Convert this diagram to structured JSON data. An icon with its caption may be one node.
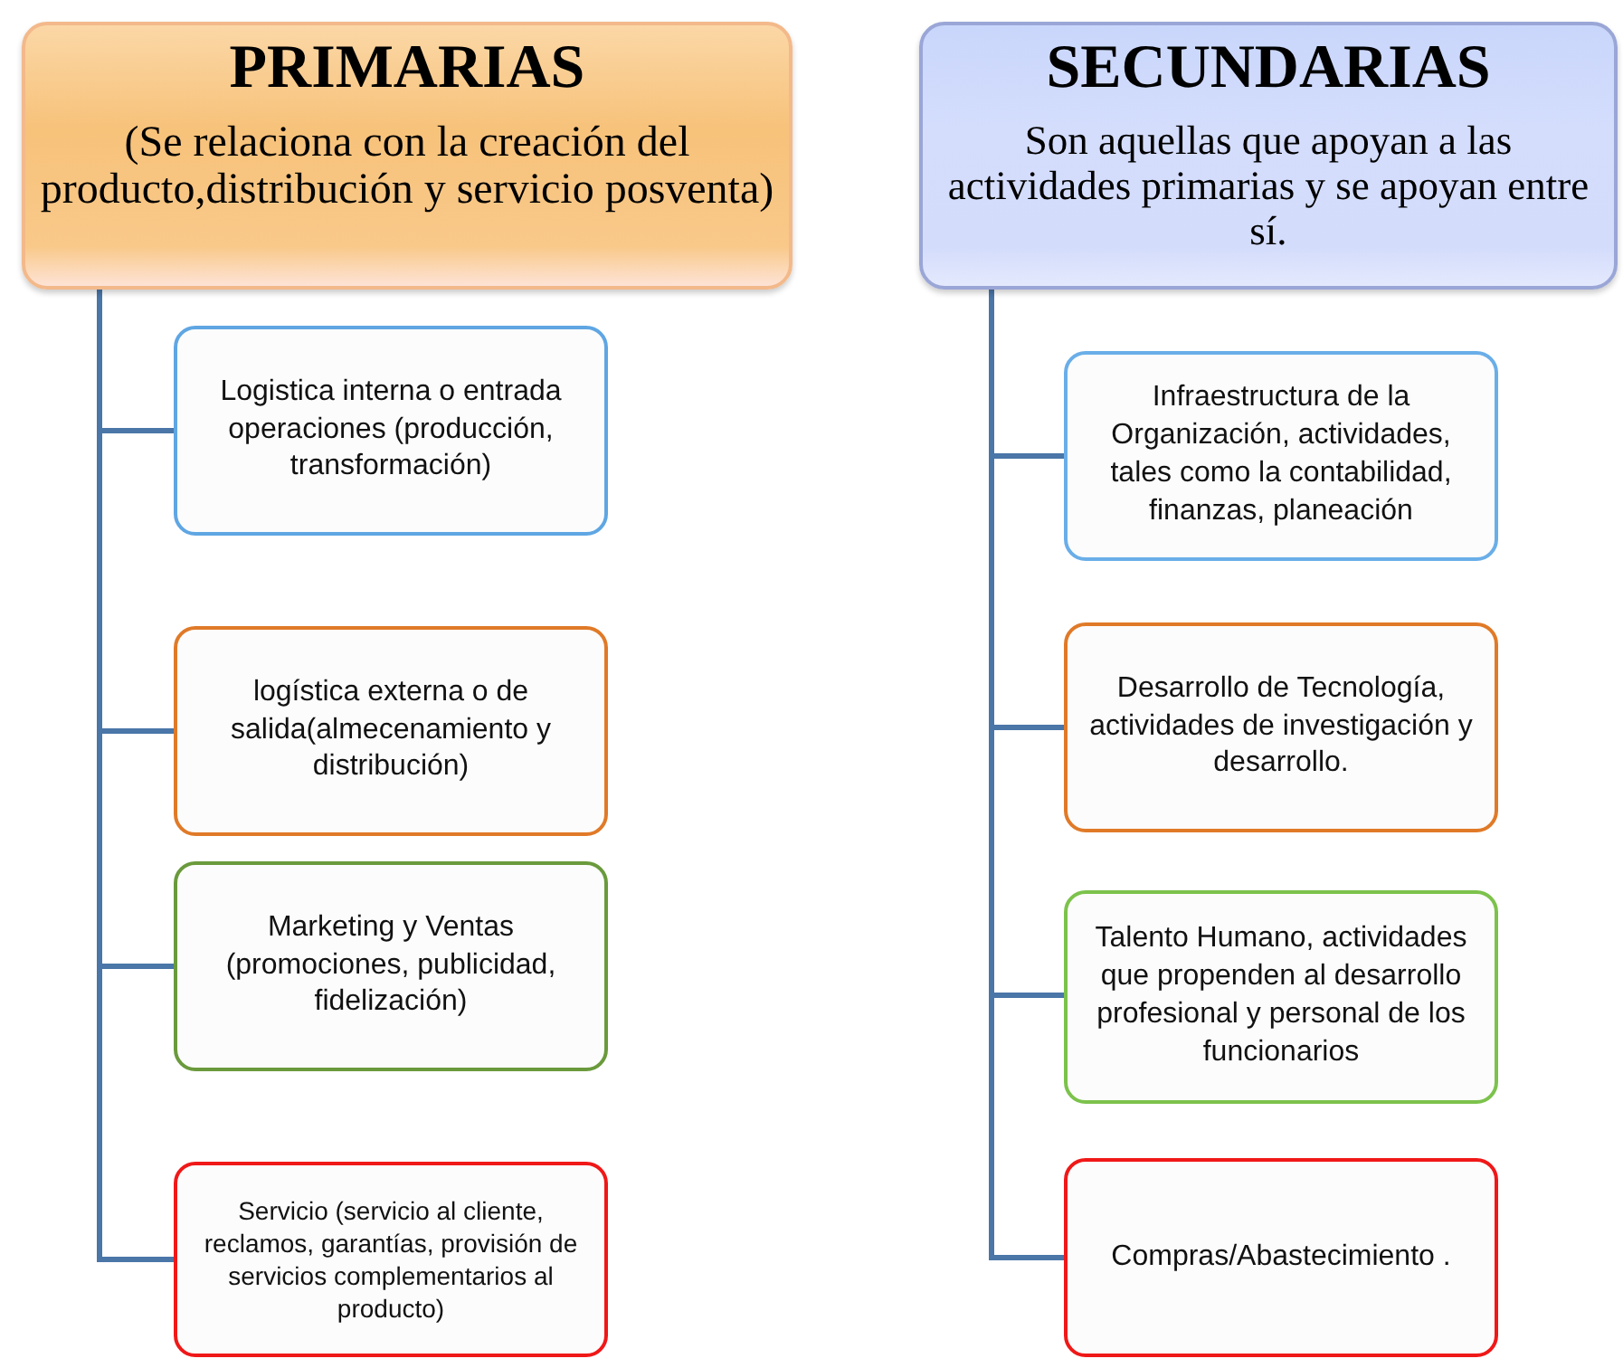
{
  "diagram": {
    "nodes": [
      {
        "text": [
          "PRIMARIAS",
          "(Se relaciona con la creación del producto,distribución y servicio posventa)"
        ]
      },
      {
        "text": [
          "Logistica interna o entrada operaciones (producción, transformación)"
        ]
      },
      {
        "text": [
          "logística externa o de salida(almecenamiento y distribución)"
        ]
      },
      {
        "text": [
          "Marketing y Ventas (promociones, publicidad, fidelización)"
        ]
      },
      {
        "text": [
          "Servicio (servicio al cliente, reclamos, garantías, provisión de servicios complementarios al producto)"
        ]
      },
      {
        "text": [
          "SECUNDARIAS",
          "Son aquellas que apoyan a las actividades primarias y se apoyan entre sí."
        ]
      },
      {
        "text": [
          "Infraestructura de la Organización, actividades, tales como la contabilidad, finanzas, planeación"
        ]
      },
      {
        "text": [
          "Desarrollo de Tecnología, actividades de investigación y desarrollo."
        ]
      },
      {
        "text": [
          "Talento Humano, actividades que propenden al desarrollo profesional y personal de los funcionarios"
        ]
      },
      {
        "text": [
          "Compras/Abastecimiento ."
        ]
      }
    ],
    "edges": [
      {
        "from": 0,
        "to": 1,
        "arrow": "none"
      },
      {
        "from": 0,
        "to": 2,
        "arrow": "none"
      },
      {
        "from": 0,
        "to": 3,
        "arrow": "none"
      },
      {
        "from": 0,
        "to": 4,
        "arrow": "none"
      },
      {
        "from": 5,
        "to": 6,
        "arrow": "none"
      },
      {
        "from": 5,
        "to": 7,
        "arrow": "none"
      },
      {
        "from": 5,
        "to": 8,
        "arrow": "none"
      },
      {
        "from": 5,
        "to": 9,
        "arrow": "none"
      }
    ]
  }
}
